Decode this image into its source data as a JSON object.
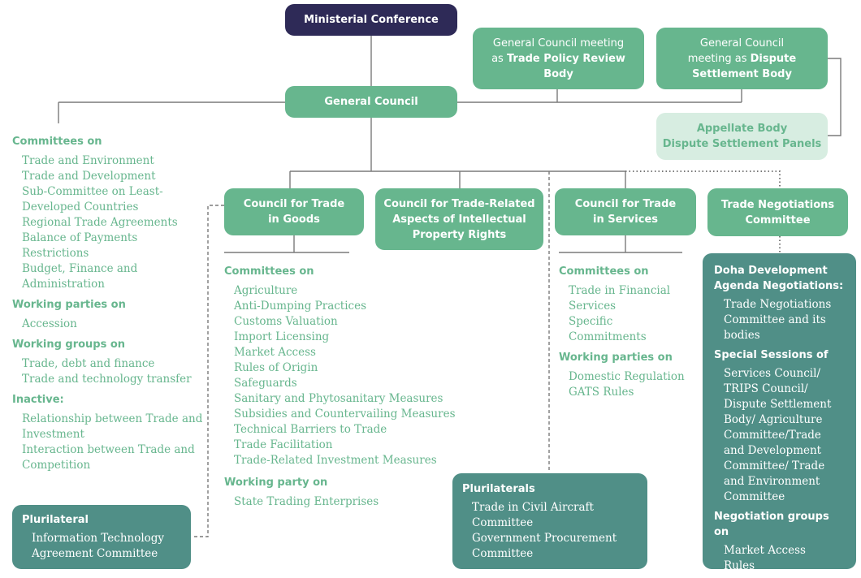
{
  "top": {
    "ministerial": "Ministerial Conference",
    "general_council": "General Council",
    "tprb": {
      "pre": "General Council meeting as ",
      "bold": "Trade Policy Review Body"
    },
    "dsb": {
      "pre": "General Council meeting as ",
      "bold": "Dispute Settlement Body"
    },
    "appellate": [
      "Appellate Body",
      "Dispute Settlement Panels"
    ]
  },
  "councils": {
    "goods": "Council for Trade in Goods",
    "trips": "Council for Trade-Related Aspects of Intellectual Property Rights",
    "services": "Council for Trade in Services",
    "tnc": "Trade Negotiations Committee"
  },
  "general_council_bodies": {
    "committees_heading": "Committees on",
    "committees": [
      "Trade and Environment",
      "Trade and Development",
      "Sub-Committee on Least-Developed Countries",
      "Regional Trade Agreements",
      "Balance of Payments Restrictions",
      "Budget, Finance and Administration"
    ],
    "working_parties_heading": "Working parties on",
    "working_parties": [
      "Accession"
    ],
    "working_groups_heading": "Working groups on",
    "working_groups": [
      "Trade, debt and finance",
      "Trade and technology transfer"
    ],
    "inactive_heading": "Inactive:",
    "inactive": [
      "Relationship between Trade and Investment",
      "Interaction between Trade and Competition"
    ]
  },
  "plurilateral_left": {
    "heading": "Plurilateral",
    "items": [
      "Information Technology Agreement Committee"
    ]
  },
  "goods_bodies": {
    "committees_heading": "Committees on",
    "committees": [
      "Agriculture",
      "Anti-Dumping Practices",
      "Customs Valuation",
      "Import Licensing",
      "Market Access",
      "Rules of Origin",
      "Safeguards",
      "Sanitary and Phytosanitary Measures",
      "Subsidies and Countervailing Measures",
      "Technical Barriers to Trade",
      "Trade Facilitation",
      "Trade-Related Investment Measures"
    ],
    "working_party_heading": "Working party on",
    "working_party": [
      "State Trading Enterprises"
    ]
  },
  "services_bodies": {
    "committees_heading": "Committees on",
    "committees": [
      "Trade in Financial Services",
      "Specific Commitments"
    ],
    "working_parties_heading": "Working parties on",
    "working_parties": [
      "Domestic Regulation",
      "GATS Rules"
    ]
  },
  "plurilaterals_middle": {
    "heading": "Plurilaterals",
    "items": [
      "Trade in Civil Aircraft Committee",
      "Government Procurement Committee"
    ]
  },
  "doha": {
    "heading": "Doha Development Agenda Negotiations:",
    "items": [
      "Trade Negotiations Committee and its bodies"
    ],
    "special_heading": "Special Sessions of",
    "special": [
      "Services Council/ TRIPS Council/ Dispute Settlement Body/ Agriculture Committee/Trade and Development Committee/ Trade and Environment Committee"
    ],
    "groups_heading": "Negotiation groups on",
    "groups": [
      "Market Access",
      "Rules"
    ]
  },
  "colors": {
    "green": "#67b68e",
    "navy": "#2e2a57",
    "teal": "#508f87",
    "pale": "#d7ede1",
    "line": "#7a7a7a"
  }
}
